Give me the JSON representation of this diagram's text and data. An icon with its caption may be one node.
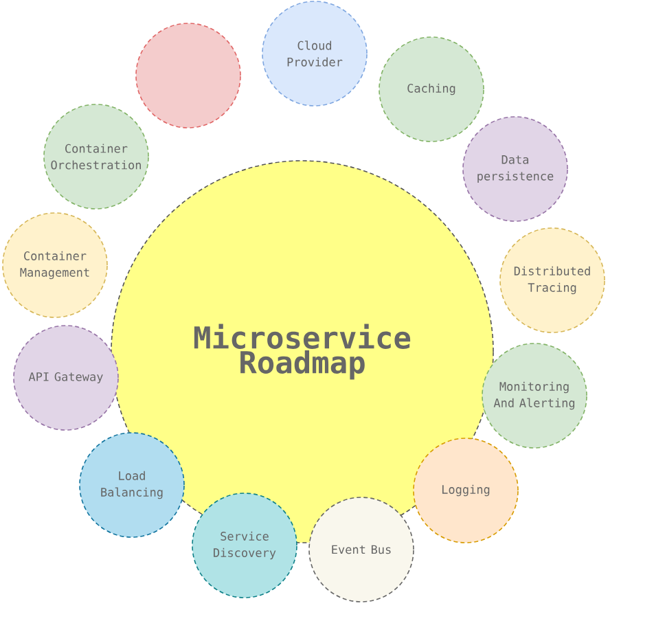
{
  "diagram": {
    "nodes": [
      {
        "text": [
          "Microservice Roadmap"
        ]
      },
      {
        "text": [],
        "shape": "circle"
      },
      {
        "text": [
          "Cloud Provider"
        ]
      },
      {
        "text": [
          "Caching"
        ]
      },
      {
        "text": [
          "Data persistence"
        ]
      },
      {
        "text": [
          "Distributed Tracing"
        ]
      },
      {
        "text": [
          "Monitoring And Alerting"
        ]
      },
      {
        "text": [
          "Logging"
        ]
      },
      {
        "text": [
          "Event Bus"
        ]
      },
      {
        "text": [
          "Service Discovery"
        ]
      },
      {
        "text": [
          "Load Balancing"
        ]
      },
      {
        "text": [
          "API Gateway"
        ]
      },
      {
        "text": [
          "Container Management"
        ]
      },
      {
        "text": [
          "Container Orchestration"
        ]
      }
    ]
  }
}
